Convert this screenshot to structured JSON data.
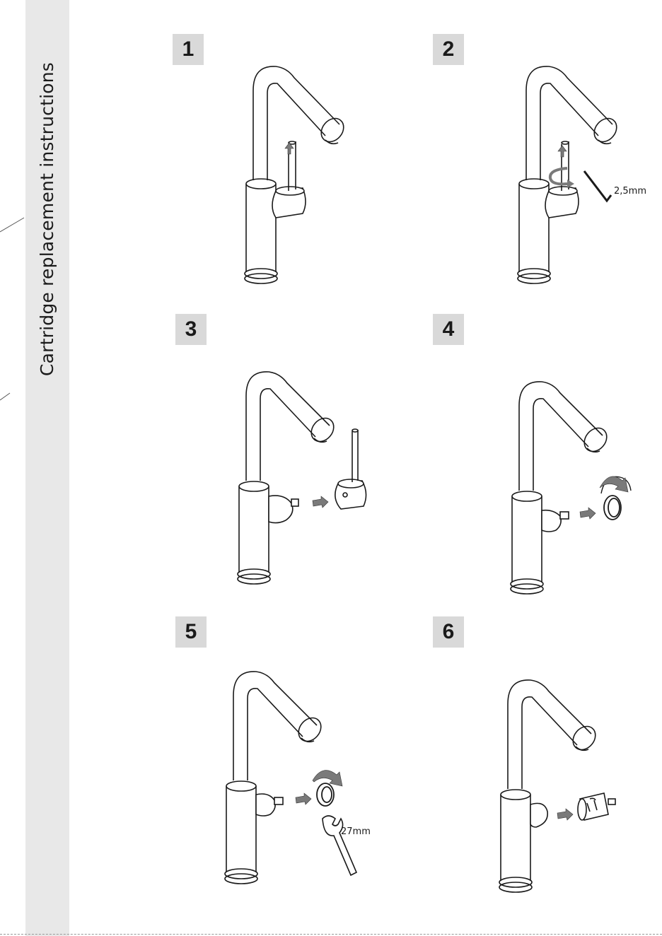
{
  "sidebar": {
    "title": "Cartridge replacement instructions"
  },
  "steps": [
    {
      "number": "1"
    },
    {
      "number": "2",
      "tool_label": "2,5mm"
    },
    {
      "number": "3"
    },
    {
      "number": "4"
    },
    {
      "number": "5",
      "tool_label": "27mm"
    },
    {
      "number": "6"
    }
  ],
  "colors": {
    "sidebar_bg": "#e8e8e8",
    "badge_bg": "#d9d9d9",
    "arrow": "#7a7a7a",
    "line": "#1a1a1a"
  },
  "icons": [
    "faucet-icon",
    "hex-key-icon",
    "wrench-icon",
    "rotate-arrow-icon",
    "push-arrow-icon",
    "cartridge-icon",
    "lever-handle-icon",
    "dome-cap-icon",
    "lock-nut-icon"
  ]
}
